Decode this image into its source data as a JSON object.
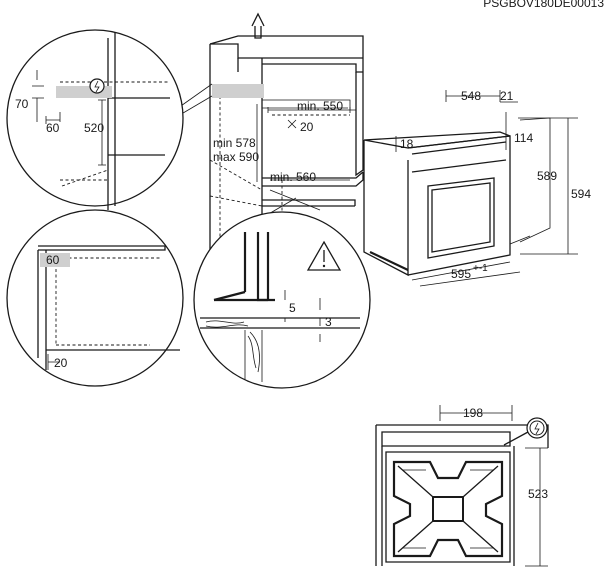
{
  "document_code": "PSGBOV180DE00013",
  "cabinet": {
    "opening_height_min": "min 578",
    "opening_height_max": "max 590",
    "depth_min_upper": "min. 550",
    "depth_min_lower": "min. 560",
    "front_gap": "20"
  },
  "detail_top": {
    "height_vent": "70",
    "depth_vent": "60",
    "cabinet_depth": "520"
  },
  "detail_bottom": {
    "vent_depth": "60",
    "gap": "20"
  },
  "detail_warning": {
    "gap_a": "5",
    "gap_b": "3"
  },
  "oven": {
    "depth": "548",
    "door_depth": "21",
    "panel_height": "114",
    "top_gap": "18",
    "body_height": "589",
    "total_height": "594",
    "width": "595",
    "width_tolerance": "+-1"
  },
  "rear_view": {
    "cable_offset": "198",
    "height": "523"
  }
}
